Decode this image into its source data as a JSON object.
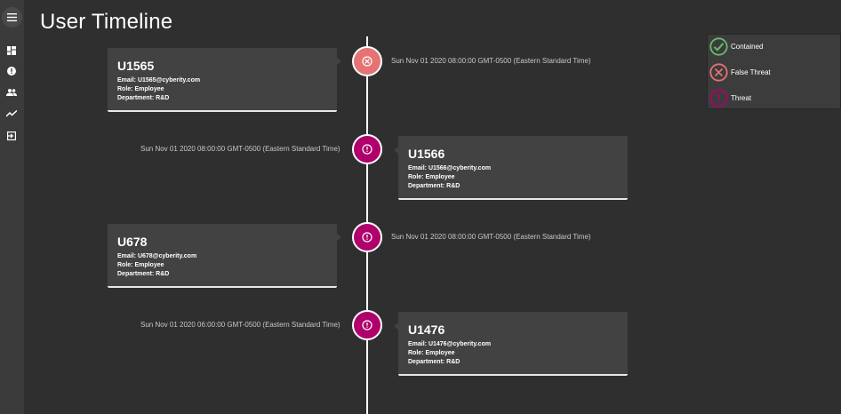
{
  "page": {
    "title": "User Timeline"
  },
  "sidebar": {
    "items": [
      {
        "icon": "dashboard-icon"
      },
      {
        "icon": "alert-icon"
      },
      {
        "icon": "people-icon"
      },
      {
        "icon": "trending-icon"
      },
      {
        "icon": "logout-icon"
      }
    ]
  },
  "timeline": [
    {
      "id": "U1565",
      "email": "Email: U1565@cyberity.com",
      "role": "Role: Employee",
      "department": "Department: R&D",
      "timestamp": "Sun Nov 01 2020 08:00:00 GMT-0500 (Eastern Standard Time)",
      "status": "false-threat"
    },
    {
      "id": "U1566",
      "email": "Email: U1566@cyberity.com",
      "role": "Role: Employee",
      "department": "Department: R&D",
      "timestamp": "Sun Nov 01 2020 08:00:00 GMT-0500 (Eastern Standard Time)",
      "status": "threat"
    },
    {
      "id": "U678",
      "email": "Email: U678@cyberity.com",
      "role": "Role: Employee",
      "department": "Department: R&D",
      "timestamp": "Sun Nov 01 2020 08:00:00 GMT-0500 (Eastern Standard Time)",
      "status": "threat"
    },
    {
      "id": "U1476",
      "email": "Email: U1476@cyberity.com",
      "role": "Role: Employee",
      "department": "Department: R&D",
      "timestamp": "Sun Nov 01 2020 06:00:00 GMT-0500 (Eastern Standard Time)",
      "status": "threat"
    }
  ],
  "legend": {
    "contained": "Contained",
    "false_threat": "False Threat",
    "threat": "Threat"
  },
  "colors": {
    "background": "#2f2f2f",
    "card": "#424242",
    "contained": "#66bb6a",
    "false_threat": "#e57373",
    "threat": "#b0006b"
  }
}
